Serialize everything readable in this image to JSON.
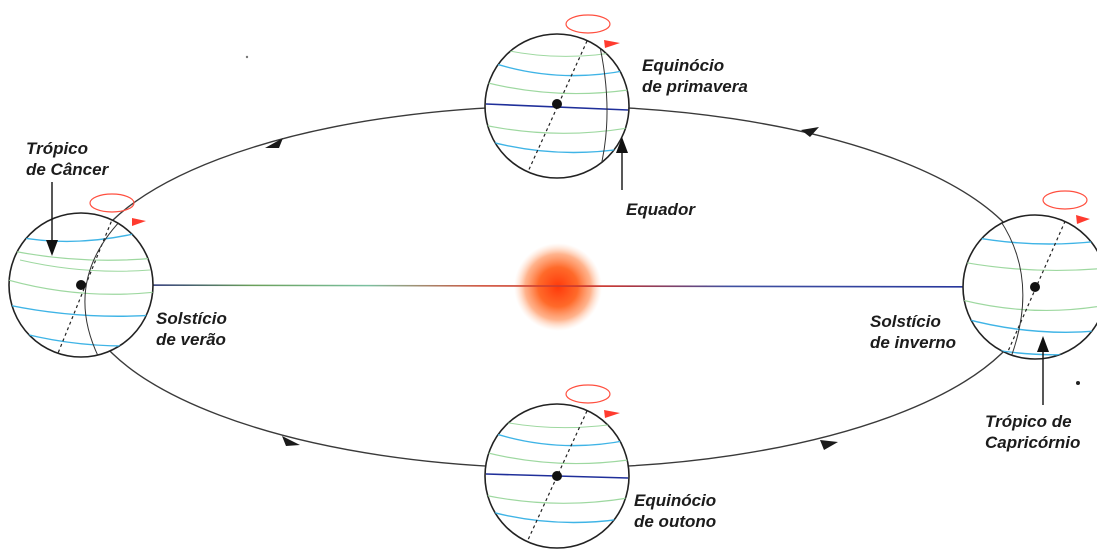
{
  "labels": {
    "tropico_cancer": [
      "Trópico",
      "de Câncer"
    ],
    "equinocio_primavera": [
      "Equinócio",
      "de primavera"
    ],
    "equador": "Equador",
    "solsticio_verao": [
      "Solstício",
      "de verão"
    ],
    "solsticio_inverno": [
      "Solstício",
      "de inverno"
    ],
    "tropico_capricornio": [
      "Trópico de",
      "Capricórnio"
    ],
    "equinocio_outono": [
      "Equinócio",
      "de outono"
    ]
  },
  "colors": {
    "orbit": "#333333",
    "globe_outline": "#222222",
    "latitude_lines": "#3fb4e6",
    "green_lines": "#9ed8a0",
    "rotation_arrow": "#ff3b2f",
    "sun_core": "#ff4a10",
    "sun_glow": "#ffb37a",
    "axis_line_blue": "#1f2f9a",
    "axis_line_red": "#d83a2a"
  }
}
